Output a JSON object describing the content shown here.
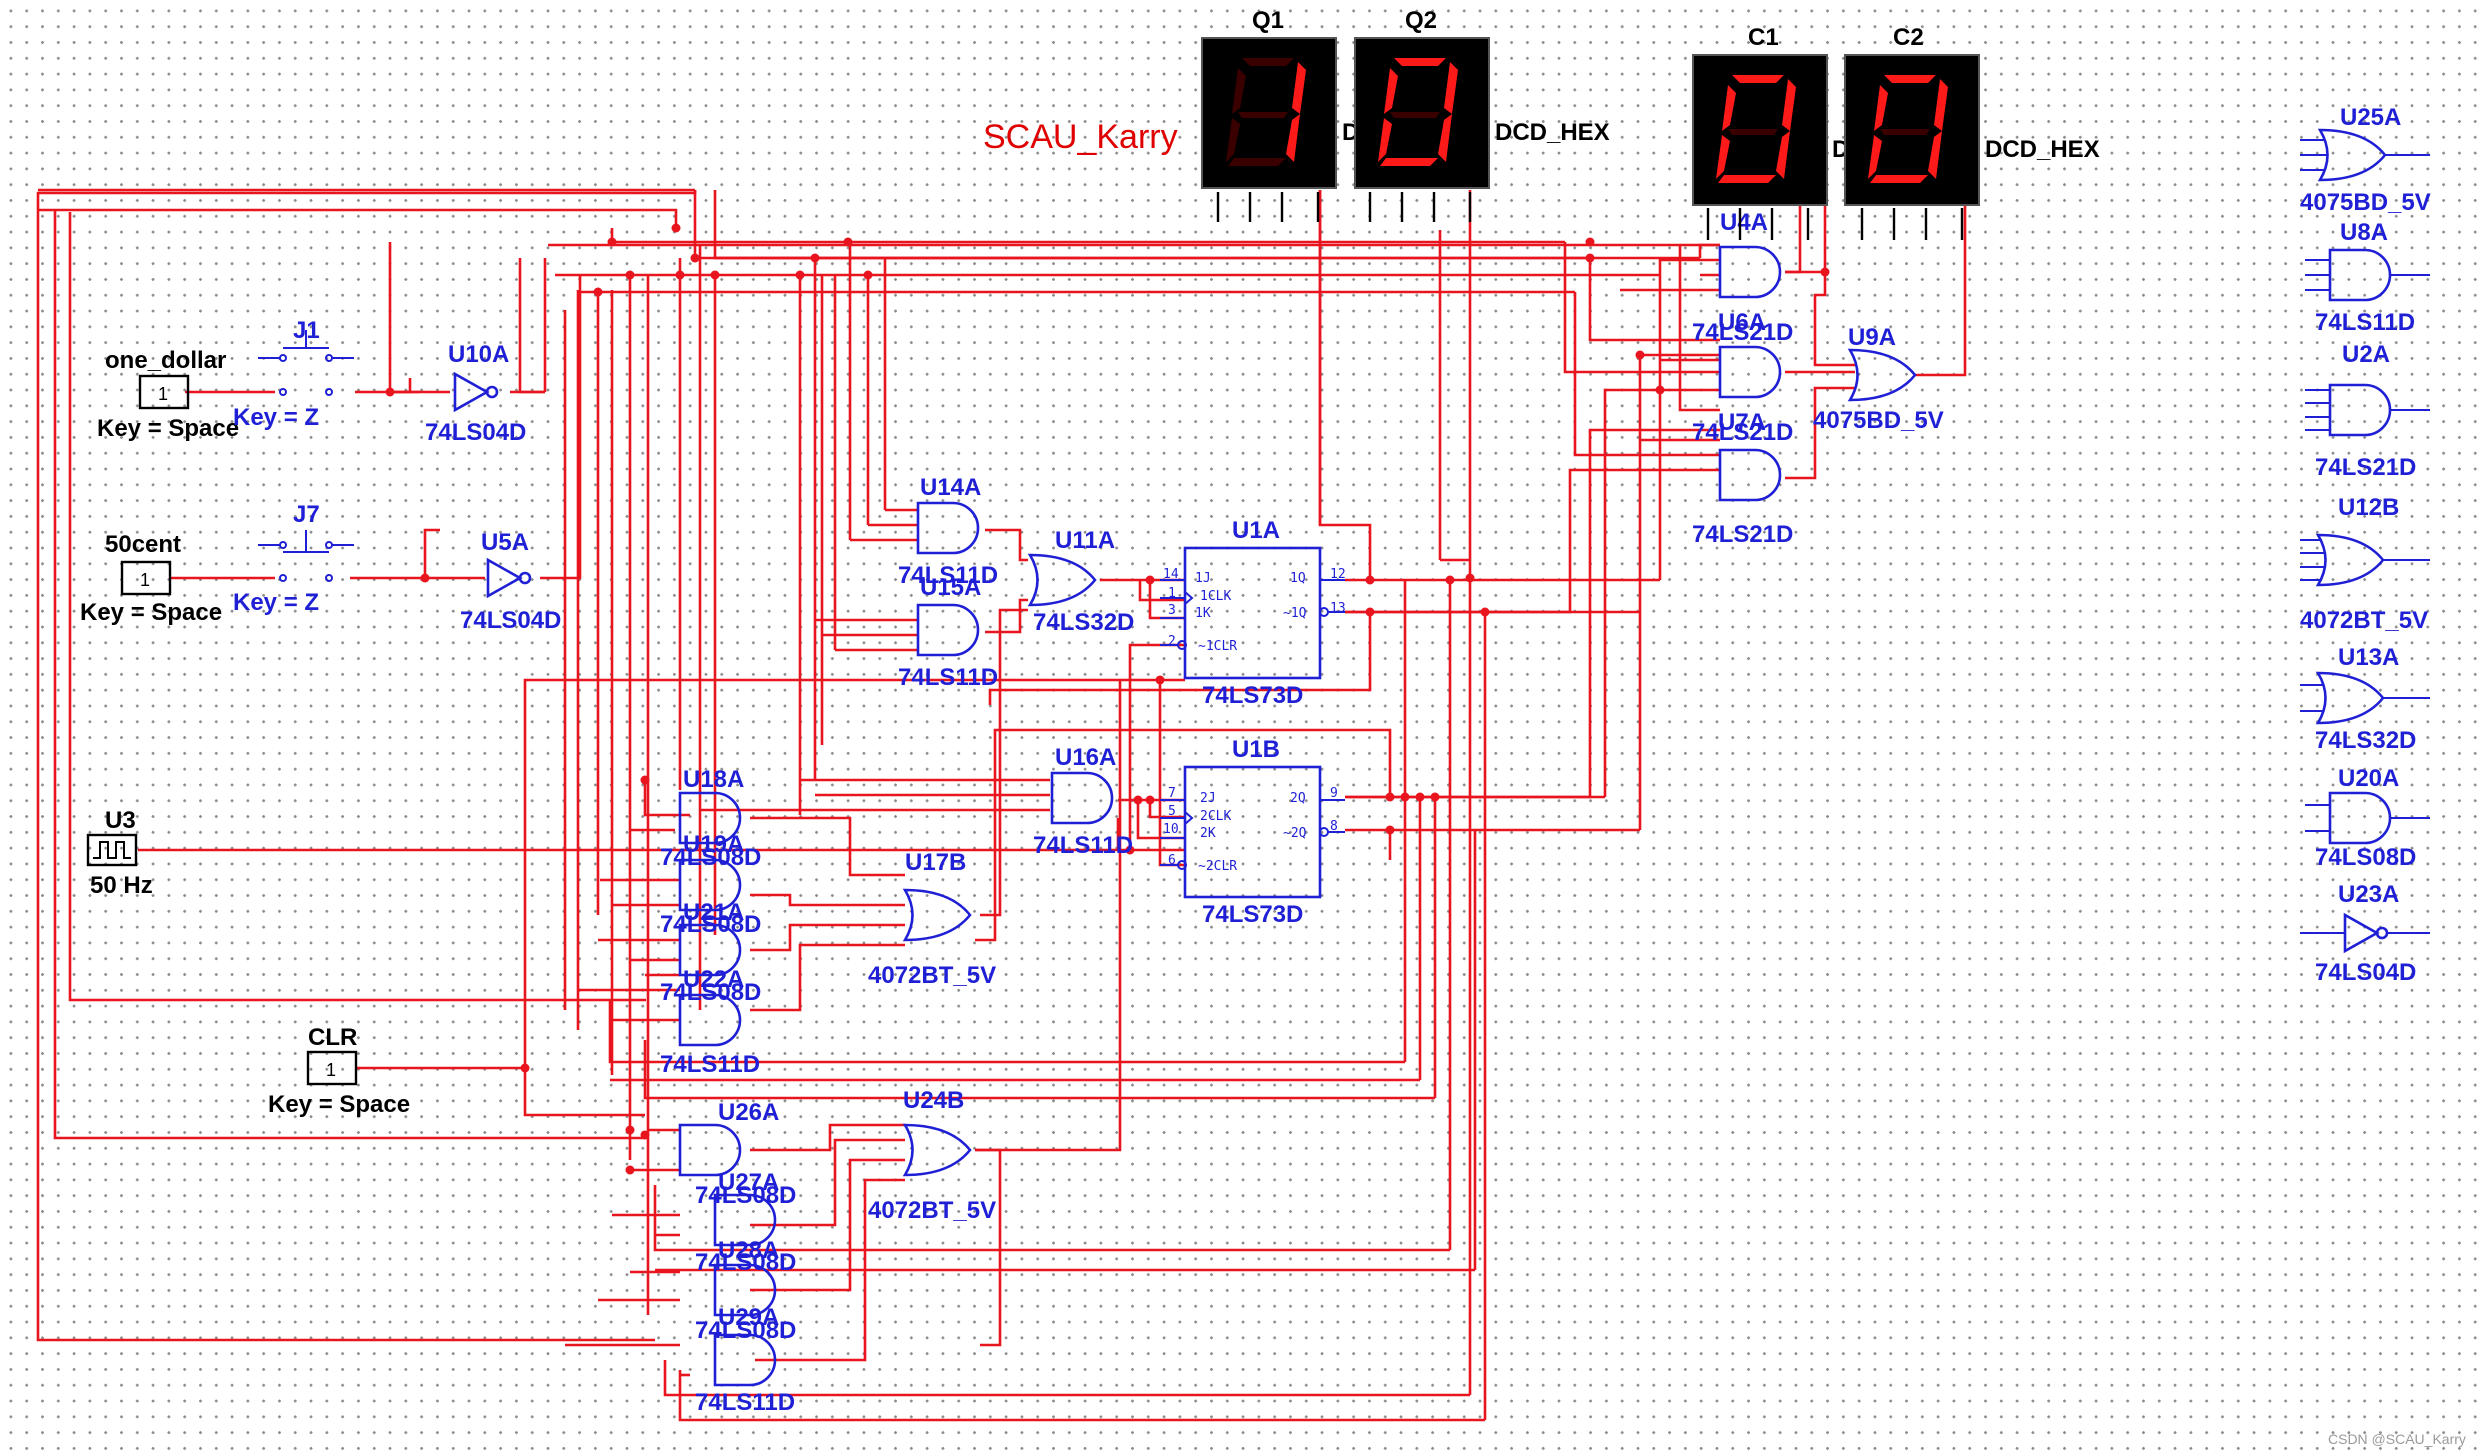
{
  "watermark": "SCAU_Karry",
  "csdn_watermark": "CSDN @SCAU_Karry",
  "inputs": {
    "one_dollar": {
      "name": "one_dollar",
      "value": "1",
      "key": "Key = Space"
    },
    "fifty_cent": {
      "name": "50cent",
      "value": "1",
      "key": "Key = Space"
    },
    "clr": {
      "name": "CLR",
      "value": "1",
      "key": "Key = Space"
    },
    "clock": {
      "name": "U3",
      "freq": "50 Hz"
    }
  },
  "switches": {
    "j1": {
      "name": "J1",
      "key": "Key = Z"
    },
    "j7": {
      "name": "J7",
      "key": "Key = Z"
    }
  },
  "displays": {
    "q1": {
      "name": "Q1",
      "digit": "1",
      "type": "DCD_HEX"
    },
    "q2": {
      "name": "Q2",
      "digit": "0",
      "type": "DCD_HEX"
    },
    "c1": {
      "name": "C1",
      "digit": "0",
      "type": "DCD_HEX"
    },
    "c2": {
      "name": "C2",
      "digit": "0",
      "type": "DCD_HEX"
    }
  },
  "gates": {
    "u10a": {
      "name": "U10A",
      "part": "74LS04D"
    },
    "u5a": {
      "name": "U5A",
      "part": "74LS04D"
    },
    "u14a": {
      "name": "U14A",
      "part": "74LS11D"
    },
    "u15a": {
      "name": "U15A",
      "part": "74LS11D"
    },
    "u11a": {
      "name": "U11A",
      "part": "74LS32D"
    },
    "u16a": {
      "name": "U16A",
      "part": "74LS11D"
    },
    "u4a": {
      "name": "U4A",
      "part": "74LS21D"
    },
    "u6a": {
      "name": "U6A",
      "part": "74LS21D"
    },
    "u7a": {
      "name": "U7A",
      "part": "74LS21D"
    },
    "u9a": {
      "name": "U9A",
      "part": "4075BD_5V"
    },
    "u18a": {
      "name": "U18A",
      "part": "74LS08D"
    },
    "u19a": {
      "name": "U19A",
      "part": "74LS08D"
    },
    "u21a": {
      "name": "U21A",
      "part": "74LS08D"
    },
    "u22a": {
      "name": "U22A",
      "part": "74LS11D"
    },
    "u17b": {
      "name": "U17B",
      "part": "4072BT_5V"
    },
    "u26a": {
      "name": "U26A",
      "part": "74LS08D"
    },
    "u27a": {
      "name": "U27A",
      "part": "74LS08D"
    },
    "u28a": {
      "name": "U28A",
      "part": "74LS08D"
    },
    "u29a": {
      "name": "U29A",
      "part": "74LS11D"
    },
    "u24b": {
      "name": "U24B",
      "part": "4072BT_5V"
    }
  },
  "flipflops": {
    "u1a": {
      "name": "U1A",
      "part": "74LS73D",
      "pins_left": [
        {
          "num": "14",
          "label": "1J"
        },
        {
          "num": "1",
          "label": "1CLK"
        },
        {
          "num": "3",
          "label": "1K"
        },
        {
          "num": "2",
          "label": "~1CLR"
        }
      ],
      "pins_right": [
        {
          "num": "12",
          "label": "1Q"
        },
        {
          "num": "13",
          "label": "~1Q"
        }
      ]
    },
    "u1b": {
      "name": "U1B",
      "part": "74LS73D",
      "pins_left": [
        {
          "num": "7",
          "label": "2J"
        },
        {
          "num": "5",
          "label": "2CLK"
        },
        {
          "num": "10",
          "label": "2K"
        },
        {
          "num": "6",
          "label": "~2CLR"
        }
      ],
      "pins_right": [
        {
          "num": "9",
          "label": "2Q"
        },
        {
          "num": "8",
          "label": "~2Q"
        }
      ]
    }
  },
  "palette": [
    {
      "name": "U25A",
      "part": "4075BD_5V",
      "kind": "or3"
    },
    {
      "name": "U8A",
      "part": "74LS11D",
      "kind": "and3"
    },
    {
      "name": "U2A",
      "part": "74LS21D",
      "kind": "and4"
    },
    {
      "name": "U12B",
      "part": "4072BT_5V",
      "kind": "or4"
    },
    {
      "name": "U13A",
      "part": "74LS32D",
      "kind": "or2"
    },
    {
      "name": "U20A",
      "part": "74LS08D",
      "kind": "and2"
    },
    {
      "name": "U23A",
      "part": "74LS04D",
      "kind": "not"
    }
  ],
  "colors": {
    "wire": "#e8141e",
    "component": "#1f1fd6",
    "segment_on": "#ff1a1a",
    "display_bg": "#000000"
  }
}
